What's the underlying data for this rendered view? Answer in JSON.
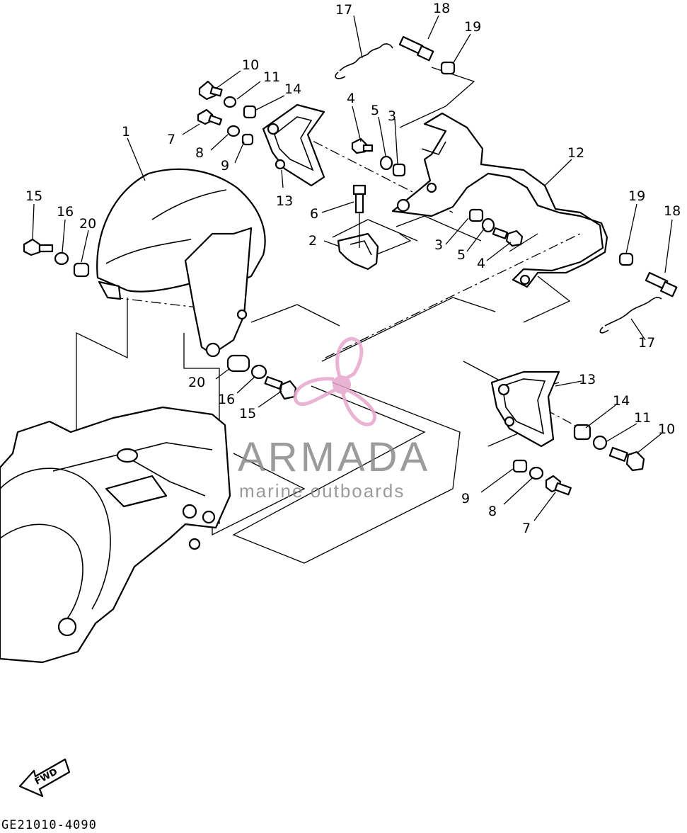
{
  "callouts": {
    "c1": "1",
    "c2": "2",
    "c3a": "3",
    "c3b": "3",
    "c4a": "4",
    "c4b": "4",
    "c5a": "5",
    "c5b": "5",
    "c6": "6",
    "c7a": "7",
    "c7b": "7",
    "c8a": "8",
    "c8b": "8",
    "c9a": "9",
    "c9b": "9",
    "c10a": "10",
    "c10b": "10",
    "c11a": "11",
    "c11b": "11",
    "c12": "12",
    "c13a": "13",
    "c13b": "13",
    "c14a": "14",
    "c14b": "14",
    "c15a": "15",
    "c15b": "15",
    "c16a": "16",
    "c16b": "16",
    "c17a": "17",
    "c17b": "17",
    "c18a": "18",
    "c18b": "18",
    "c19a": "19",
    "c19b": "19",
    "c20a": "20",
    "c20b": "20"
  },
  "diagram_code": "GE21010-4090",
  "fwd_label": "FWD",
  "watermark": {
    "brand": "ARMADA",
    "tagline": "marine outboards",
    "brand_color": "#8a8a8a",
    "logo_color": "#e7a6cc"
  }
}
